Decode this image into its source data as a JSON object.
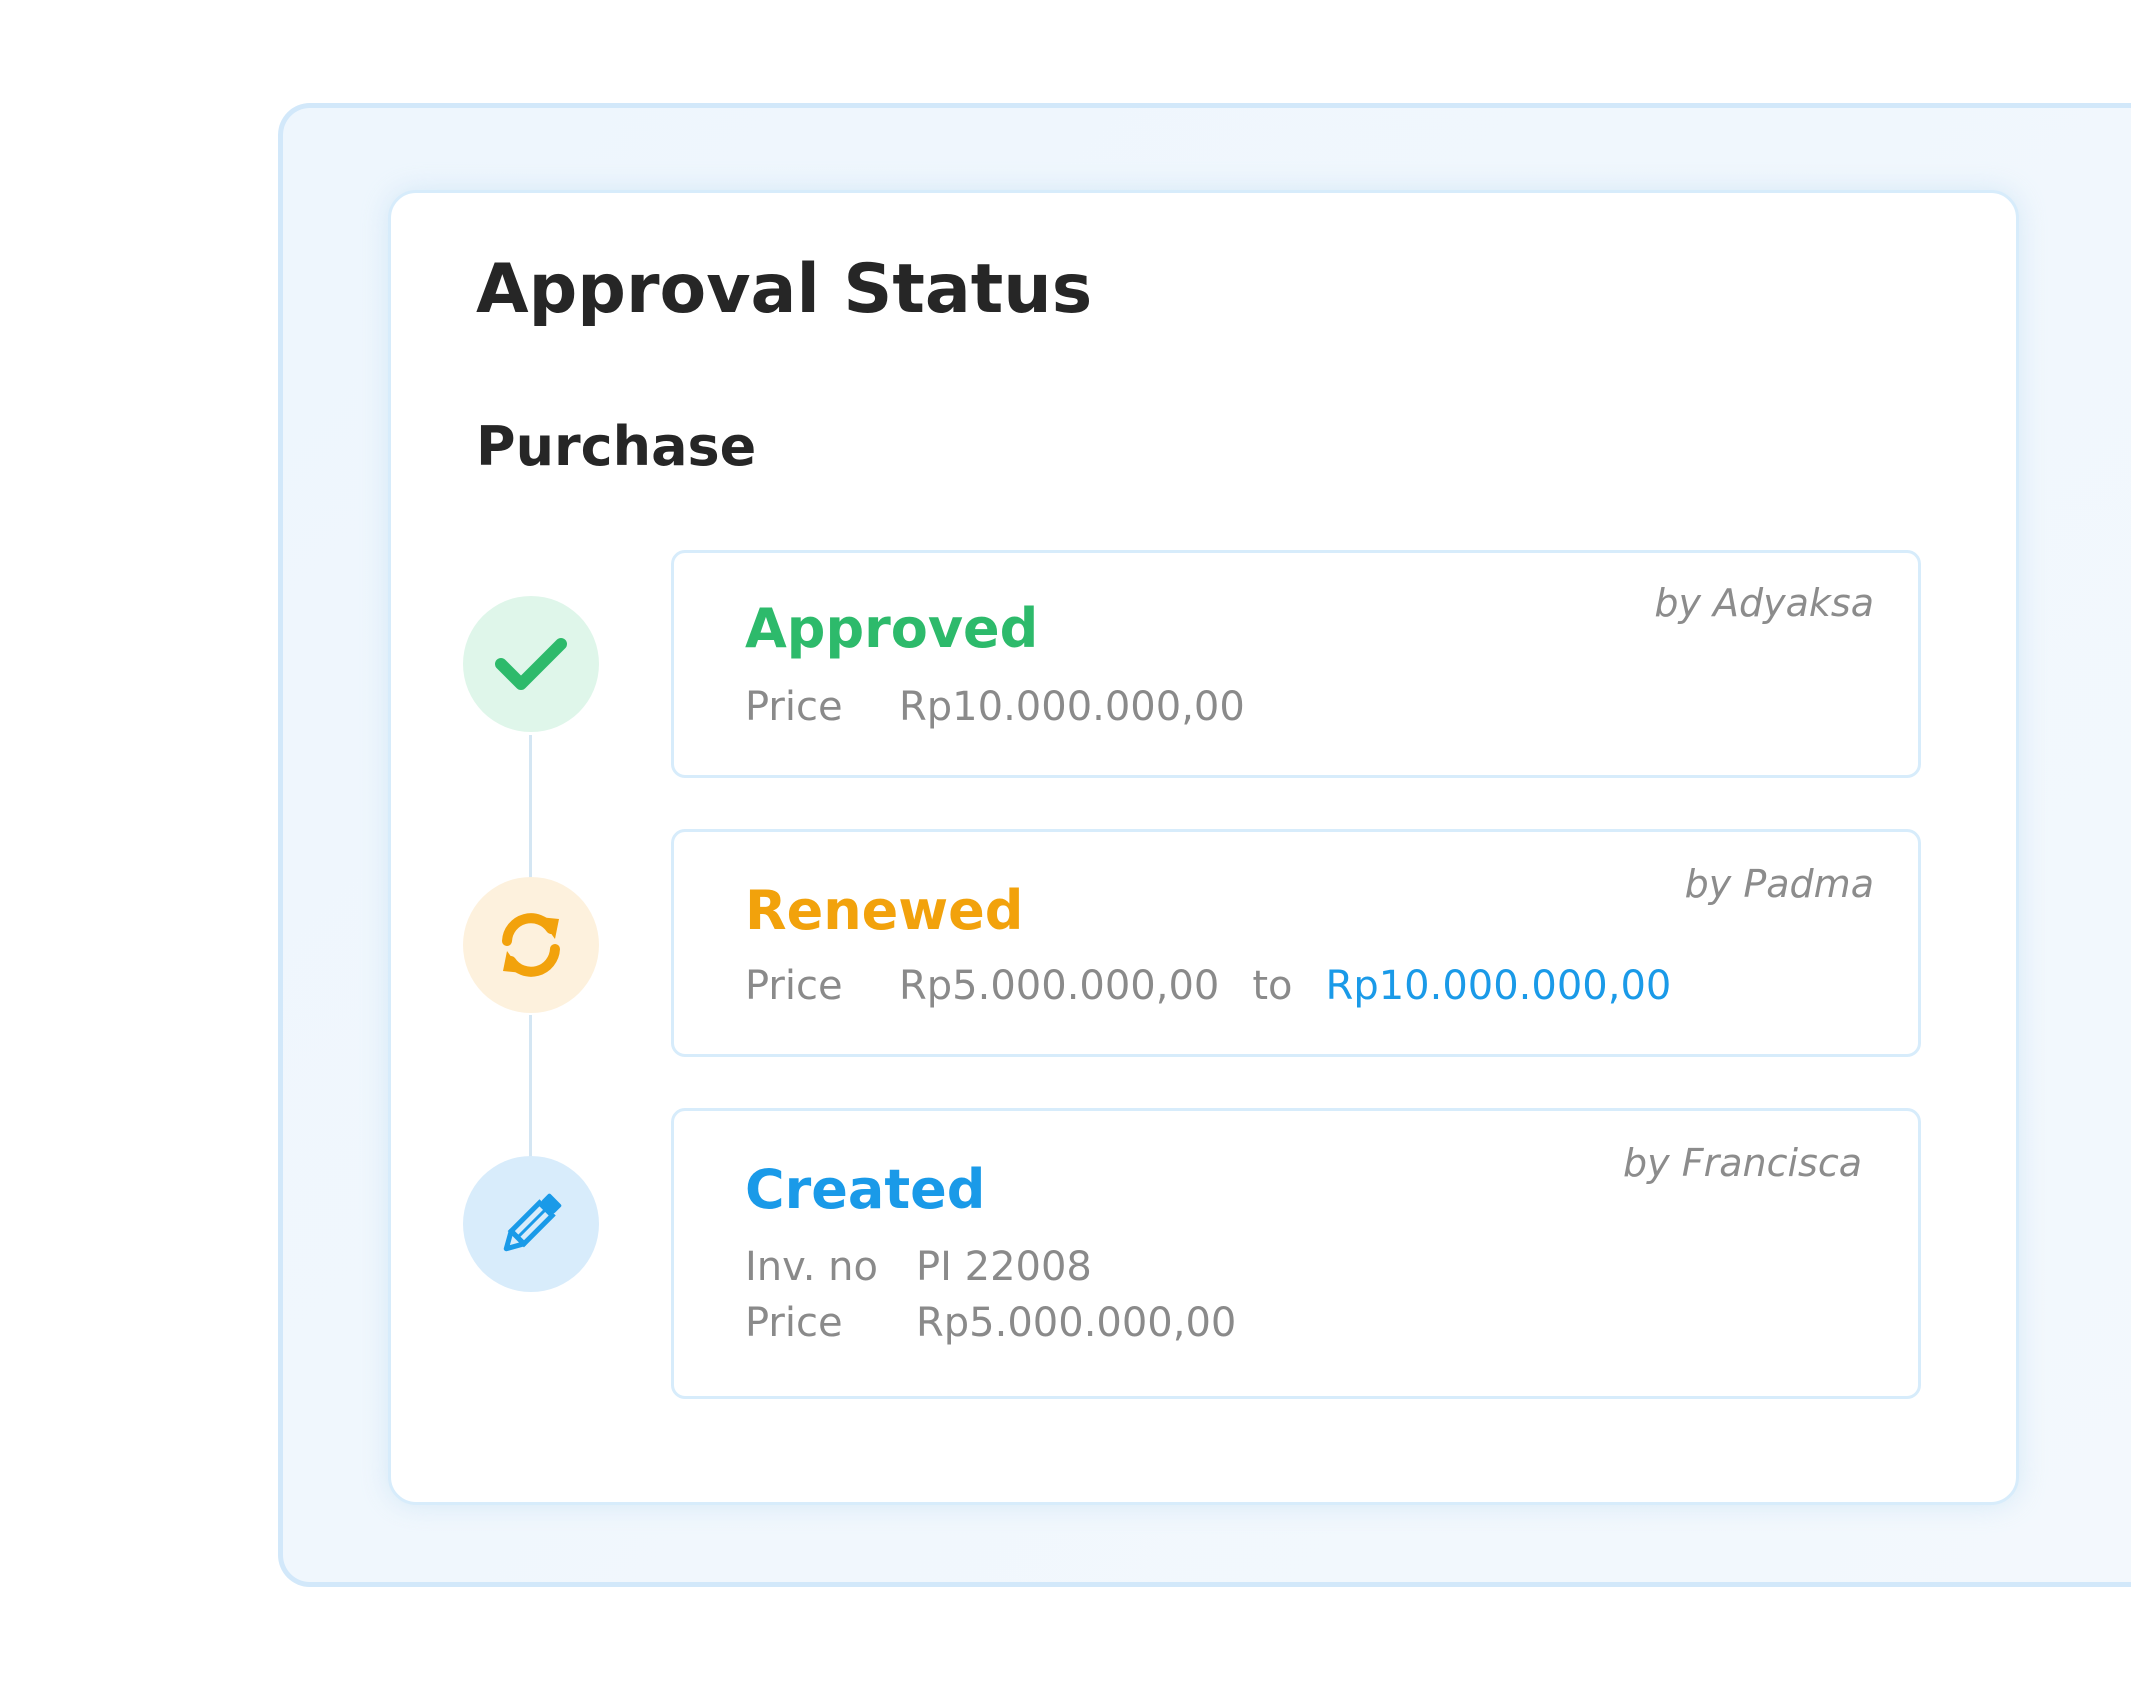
{
  "colors": {
    "approved": "#2dba6b",
    "approved_bg": "#dff6ea",
    "renewed": "#f2a20c",
    "renewed_bg": "#fdf1dd",
    "created": "#1a9ae8",
    "created_bg": "#d8ecfb",
    "highlight": "#1a9ae8"
  },
  "header": {
    "title": "Approval Status",
    "subtitle": "Purchase"
  },
  "steps": [
    {
      "icon": "check-icon",
      "status": "Approved",
      "by": "by Adyaksa",
      "price_label": "Price",
      "price_value": "Rp10.000.000,00"
    },
    {
      "icon": "refresh-icon",
      "status": "Renewed",
      "by": "by Padma",
      "price_label": "Price",
      "price_from": "Rp5.000.000,00",
      "price_connector": "to",
      "price_to": "Rp10.000.000,00"
    },
    {
      "icon": "pencil-icon",
      "status": "Created",
      "by": "by Francisca",
      "invoice_label": "Inv. no",
      "invoice_value": "PI 22008",
      "price_label": "Price",
      "price_value": "Rp5.000.000,00"
    }
  ]
}
